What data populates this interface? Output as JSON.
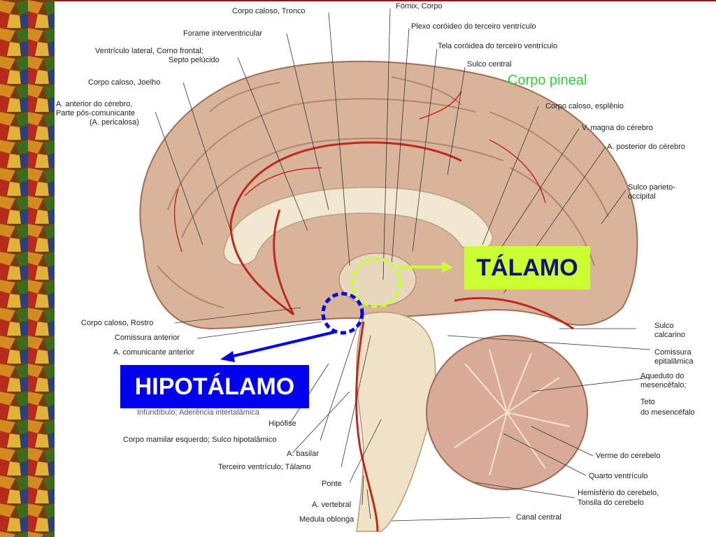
{
  "highlights": {
    "talamo": "TÁLAMO",
    "hipotalamo": "HIPOTÁLAMO",
    "corpo_pineal": "Corpo pineal",
    "talamo_color": "#ccff33",
    "hipotalamo_color": "#0000ee",
    "pineal_color": "#33cc33"
  },
  "labels": {
    "corpo_caloso_tronco": "Corpo caloso, Tronco",
    "fornix_corpo": "Fórnix, Corpo",
    "forame_interventricular": "Forame interventricular",
    "plexo_coroideo": "Plexo coróideo do terceiro ventrículo",
    "ventriculo_lateral_1": "Ventrículo lateral, Corno frontal;",
    "ventriculo_lateral_2": "Septo pelúcido",
    "tela_coroidea": "Tela coróidea do terceiro ventrículo",
    "sulco_central": "Sulco central",
    "corpo_caloso_joelho": "Corpo caloso, Joelho",
    "a_anterior_1": "A. anterior do cérebro,",
    "a_anterior_2": "Parte pós-comunicante",
    "a_anterior_3": "(A. pericalosa)",
    "corpo_caloso_esplenio": "Corpo caloso, esplênio",
    "v_magna": "V. magna do cérebro",
    "a_posterior": "A. posterior do cérebro",
    "sulco_parieto_1": "Sulco parieto-",
    "sulco_parieto_2": "occipital",
    "corpo_caloso_rostro": "Corpo caloso, Rostro",
    "comissura_anterior": "Comissura anterior",
    "a_comunicante": "A. comunicante anterior",
    "sulco_calcarino_1": "Sulco",
    "sulco_calcarino_2": "calcarino",
    "comissura_epi_1": "Comissura",
    "comissura_epi_2": "epitalâmica",
    "aqueduto_1": "Aqueduto do",
    "aqueduto_2": "mesencéfalo;",
    "aqueduto_3": "Teto",
    "aqueduto_4": "do mesencéfalo",
    "infundibulo": "Infundíbulo; Aderência intertalâmica",
    "hipofise": "Hipófise",
    "corpo_mamilar": "Corpo mamilar esquerdo; Sulco hipotalâmico",
    "a_basilar": "A. basilar",
    "terceiro_ventriculo": "Terceiro ventrículo; Tálamo",
    "ponte": "Ponte",
    "a_vertebral": "A. vertebral",
    "medula": "Medula oblonga",
    "verme": "Verme do cerebelo",
    "quarto_ventriculo": "Quarto ventrículo",
    "hemisferio_1": "Hemisfério do cerebelo,",
    "hemisferio_2": "Tonsila do cerebelo",
    "canal_central": "Canal central"
  }
}
